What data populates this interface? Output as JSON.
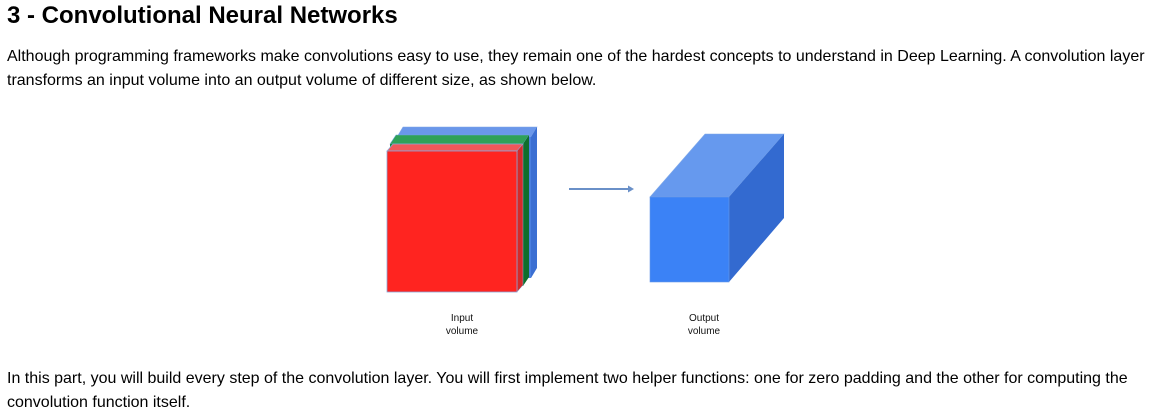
{
  "heading": "3 - Convolutional Neural Networks",
  "paragraphs": [
    "Although programming frameworks make convolutions easy to use, they remain one of the hardest concepts to understand in Deep Learning. A convolution layer transforms an input volume into an output volume of different size, as shown below.",
    "In this part, you will build every step of the convolution layer. You will first implement two helper functions: one for zero padding and the other for computing the convolution function itself."
  ],
  "figure": {
    "input_label_line1": "Input",
    "input_label_line2": "volume",
    "output_label_line1": "Output",
    "output_label_line2": "volume",
    "colors": {
      "red_channel": "#ff2420",
      "green_channel": "#1a8a3c",
      "blue_channel": "#4a7fe0",
      "output_front": "#3b82f6",
      "output_top": "#6699ee",
      "output_side": "#336ad0",
      "arrow": "#6a90c8"
    }
  }
}
